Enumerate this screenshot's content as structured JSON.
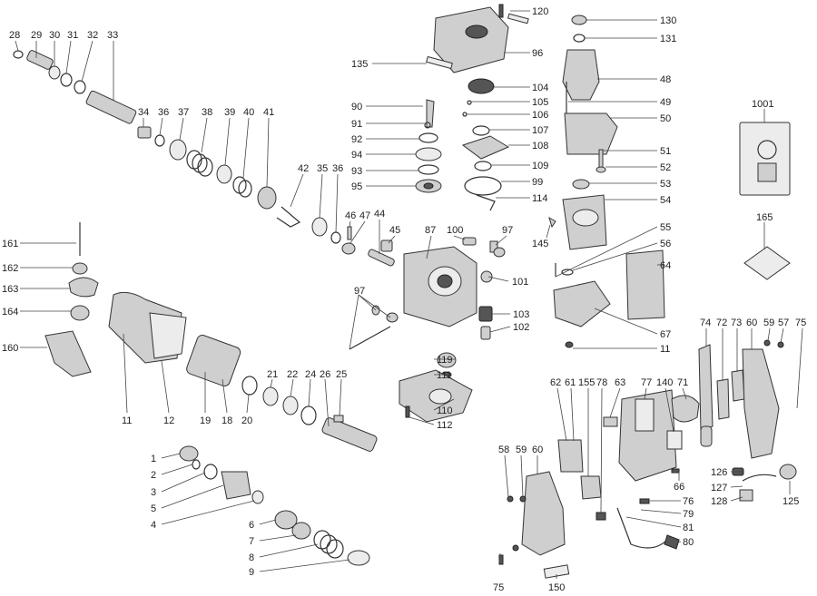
{
  "labels": [
    "28",
    "29",
    "30",
    "31",
    "32",
    "33",
    "34",
    "36",
    "37",
    "38",
    "39",
    "40",
    "41",
    "42",
    "35",
    "36",
    "46",
    "47",
    "44",
    "45",
    "87",
    "100",
    "97",
    "101",
    "97",
    "103",
    "102",
    "161",
    "162",
    "163",
    "164",
    "160",
    "11",
    "12",
    "19",
    "18",
    "20",
    "21",
    "22",
    "24",
    "26",
    "25",
    "1",
    "2",
    "3",
    "5",
    "4",
    "6",
    "7",
    "8",
    "9",
    "90",
    "91",
    "92",
    "94",
    "93",
    "95",
    "120",
    "96",
    "135",
    "104",
    "105",
    "106",
    "107",
    "108",
    "109",
    "99",
    "114",
    "130",
    "131",
    "48",
    "49",
    "50",
    "51",
    "52",
    "53",
    "54",
    "55",
    "145",
    "56",
    "64",
    "67",
    "11",
    "119",
    "111",
    "110",
    "112",
    "1001",
    "165",
    "74",
    "72",
    "73",
    "60",
    "59",
    "57",
    "75",
    "62",
    "61",
    "155",
    "78",
    "63",
    "77",
    "140",
    "71",
    "58",
    "59",
    "60",
    "66",
    "76",
    "79",
    "81",
    "80",
    "126",
    "127",
    "128",
    "125",
    "75",
    "150"
  ]
}
